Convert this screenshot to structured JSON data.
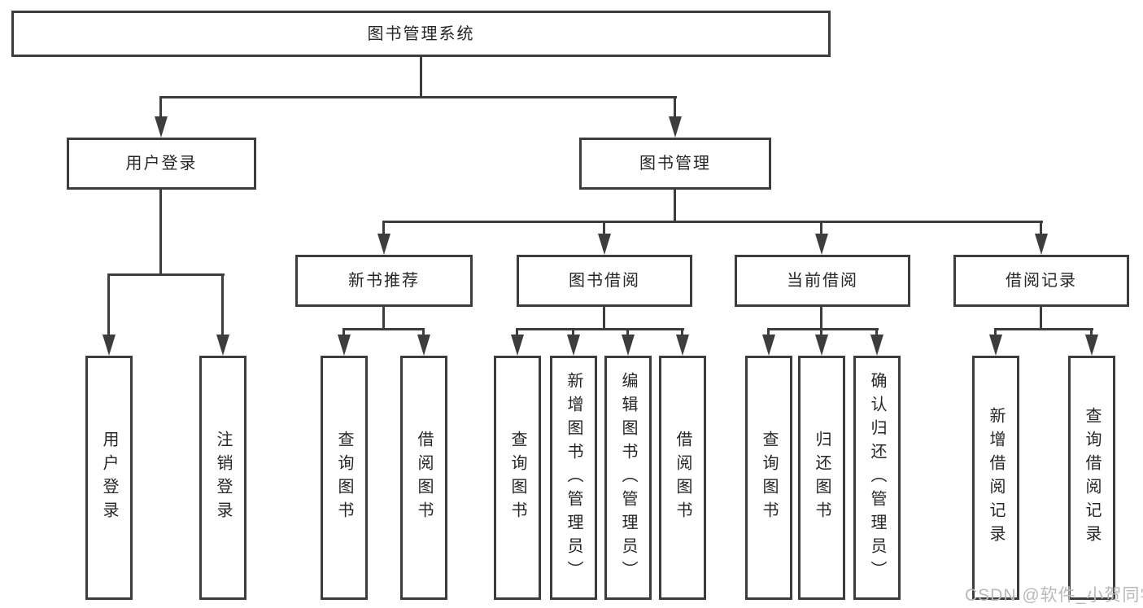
{
  "colors": {
    "line": "#3d3d3d",
    "box_border": "#3d3d3d",
    "text": "#262626",
    "background": "#ffffff",
    "watermark": "#b9b9b9"
  },
  "watermark": {
    "text": "CSDN @软件_小贺同学"
  },
  "diagram": {
    "type": "hierarchy-tree",
    "root": {
      "label": "图书管理系统",
      "children": [
        {
          "label": "用户登录",
          "children": [
            {
              "label": "用户登录"
            },
            {
              "label": "注销登录"
            }
          ]
        },
        {
          "label": "图书管理",
          "children": [
            {
              "label": "新书推荐",
              "children": [
                {
                  "label": "查询图书"
                },
                {
                  "label": "借阅图书"
                }
              ]
            },
            {
              "label": "图书借阅",
              "children": [
                {
                  "label": "查询图书"
                },
                {
                  "label": "新增图书（管理员）"
                },
                {
                  "label": "编辑图书（管理员）"
                },
                {
                  "label": "借阅图书"
                }
              ]
            },
            {
              "label": "当前借阅",
              "children": [
                {
                  "label": "查询图书"
                },
                {
                  "label": "归还图书"
                },
                {
                  "label": "确认归还（管理员）"
                }
              ]
            },
            {
              "label": "借阅记录",
              "children": [
                {
                  "label": "新增借阅记录"
                },
                {
                  "label": "查询借阅记录"
                }
              ]
            }
          ]
        }
      ]
    }
  }
}
